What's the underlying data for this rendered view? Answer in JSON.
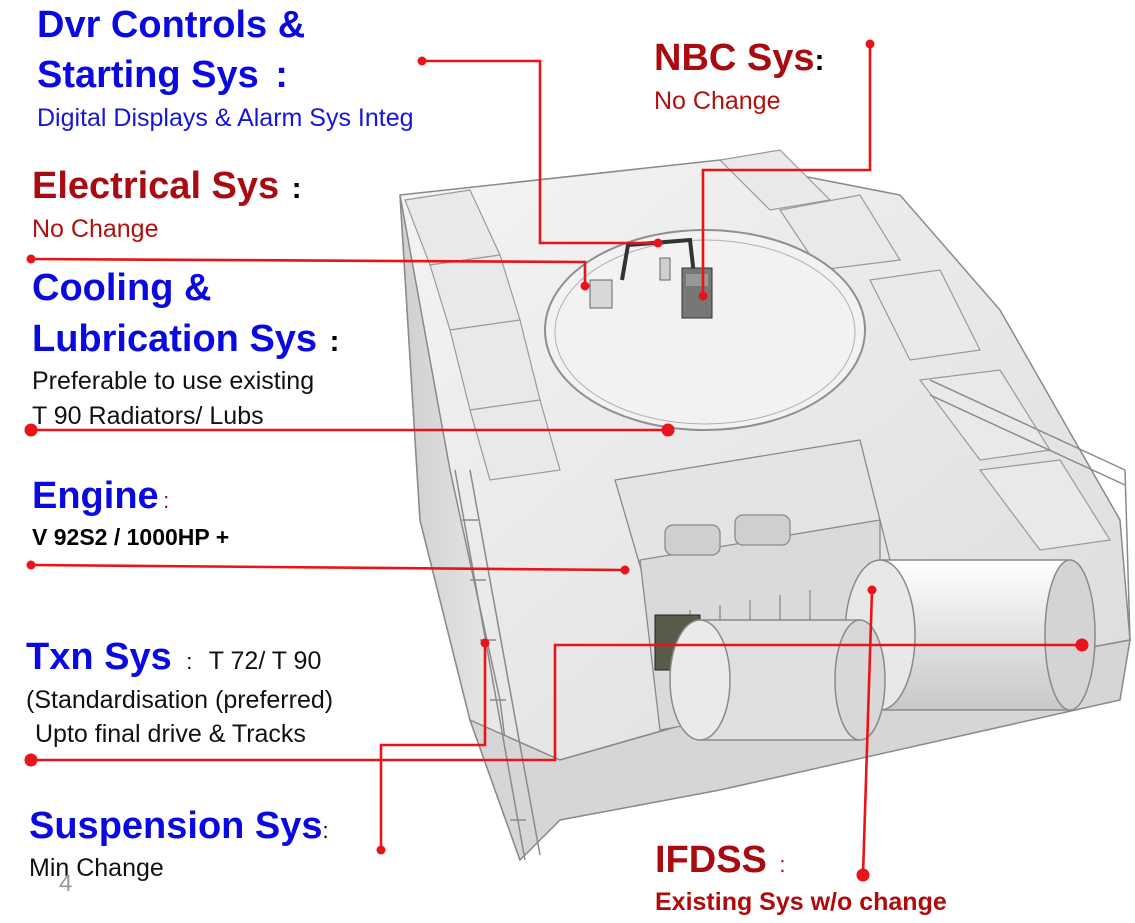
{
  "colors": {
    "blue_heading": "#0a0ae0",
    "red_heading": "#a80c10",
    "leader_line": "#e8141a"
  },
  "labels": {
    "dvr": {
      "title_line1": "Dvr Controls &",
      "title_line2": "Starting Sys",
      "colon": ":",
      "subtitle": "Digital Displays & Alarm Sys Integ"
    },
    "nbc": {
      "title": "NBC Sys",
      "colon": ":",
      "subtitle": "No Change"
    },
    "electrical": {
      "title": "Electrical Sys",
      "colon": ":",
      "subtitle": "No Change"
    },
    "cooling": {
      "title_line1": "Cooling &",
      "title_line2": "Lubrication Sys",
      "colon": ":",
      "subtitle_line1": "Preferable to use existing",
      "subtitle_line2": "T 90 Radiators/ Lubs"
    },
    "engine": {
      "title": "Engine",
      "colon": ":",
      "subtitle": "V 92S2 /  1000HP +"
    },
    "txn": {
      "title": "Txn Sys",
      "colon": ":",
      "inline": "T 72/ T 90",
      "subtitle_line1": "(Standardisation (preferred)",
      "subtitle_line2": "Upto final drive & Tracks"
    },
    "suspension": {
      "title": "Suspension Sys",
      "colon": ":",
      "subtitle": "Min Change"
    },
    "ifdss": {
      "title": "IFDSS",
      "colon": ":",
      "subtitle": "Existing Sys w/o change"
    }
  },
  "page_number": "4",
  "illustration": {
    "icon": "tank-hull-cutaway-illustration"
  }
}
